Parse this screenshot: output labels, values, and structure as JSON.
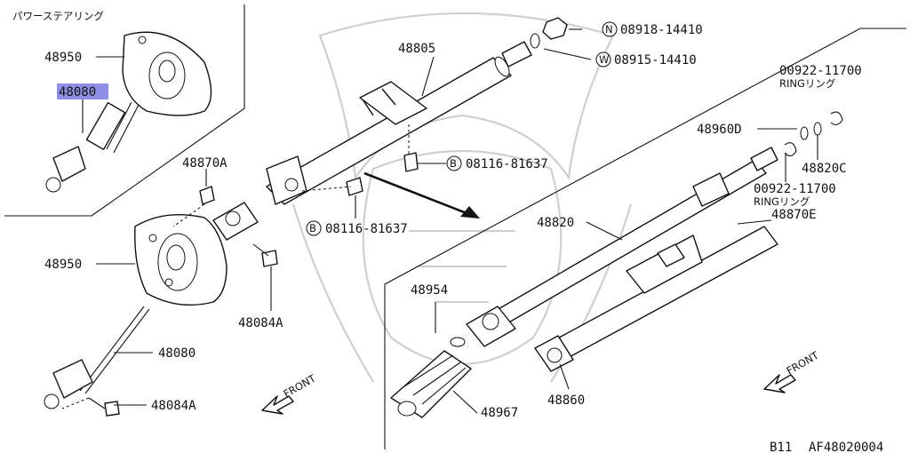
{
  "inset_title": "パワーステアリング",
  "labels": {
    "p48950_top": "48950",
    "p48080_top": "48080",
    "p48870A": "48870A",
    "p48805": "48805",
    "p48950": "48950",
    "p48084A_mid": "48084A",
    "p48080": "48080",
    "p48084A_bot": "48084A",
    "b_08116_top": "08116-81637",
    "b_08116_mid": "08116-81637",
    "n_08918": "08918-14410",
    "w_08915": "08915-14410",
    "r_00922_top": "00922-11700",
    "ring_top": "RINGリング",
    "p48960D": "48960D",
    "p48820C": "48820C",
    "r_00922_mid": "00922-11700",
    "ring_mid": "RINGリング",
    "p48820": "48820",
    "p48870E": "48870E",
    "p48954": "48954",
    "p48967": "48967",
    "p48860": "48860"
  },
  "circle_marks": {
    "b_top": "B",
    "b_mid": "B",
    "n": "N",
    "w": "W"
  },
  "front_left": "FRONT",
  "front_right": "FRONT",
  "footer": {
    "model": "B11",
    "code": "AF48020004"
  },
  "highlight_color": "#8e8ee6"
}
